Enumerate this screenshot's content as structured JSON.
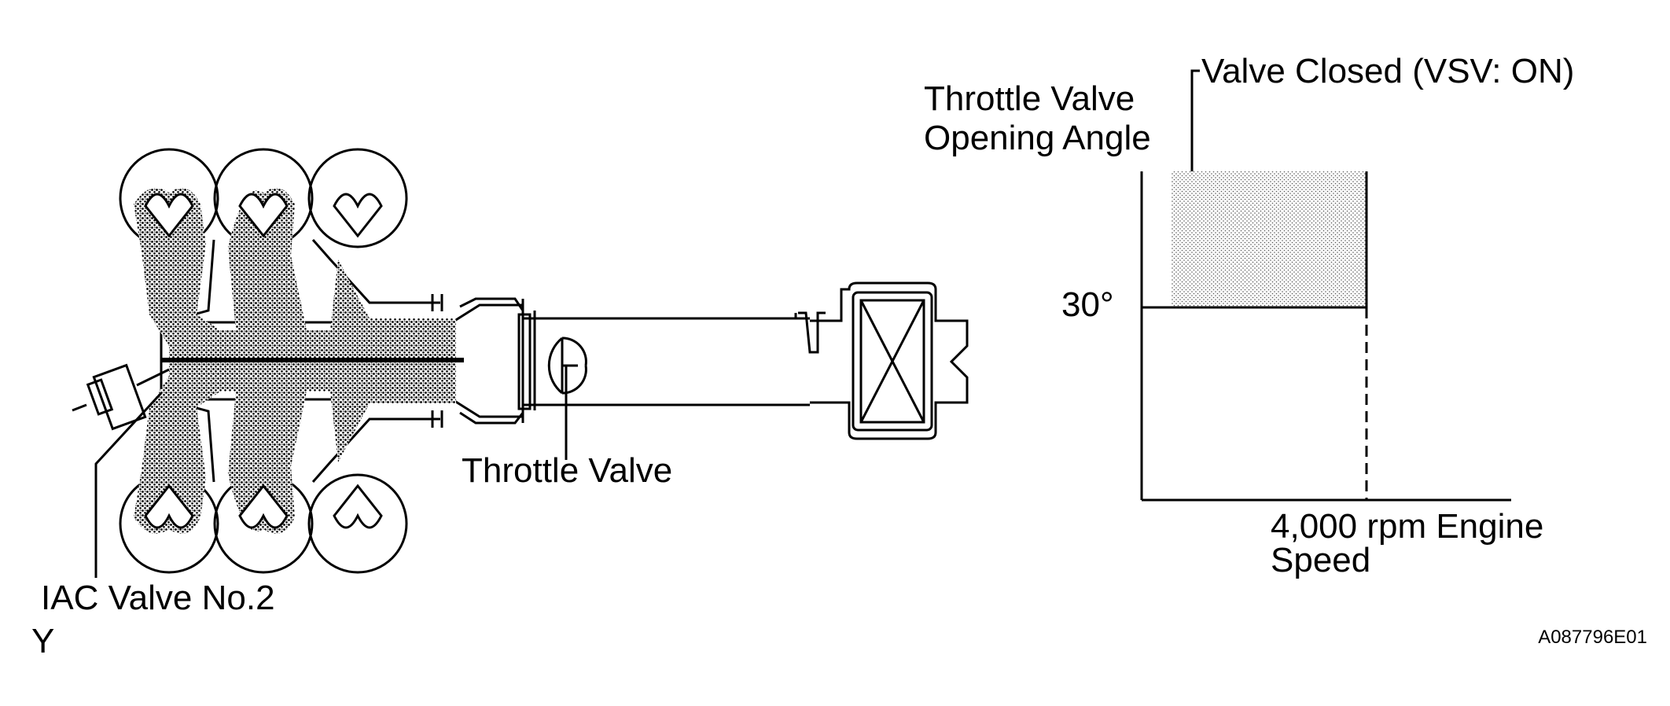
{
  "labels": {
    "throttle_valve": "Throttle Valve",
    "iac_valve": "IAC Valve No.2",
    "corner_code": "Y",
    "figure_id": "A087796E01"
  },
  "graph": {
    "y_label_line1": "Throttle Valve",
    "y_label_line2": "Opening Angle",
    "y_tick": "30°",
    "x_tick_line1": "4,000 rpm Engine",
    "x_tick_line2": "Speed",
    "region_label": "Valve Closed (VSV: ON)"
  },
  "colors": {
    "ink": "#000000",
    "paper": "#ffffff"
  }
}
